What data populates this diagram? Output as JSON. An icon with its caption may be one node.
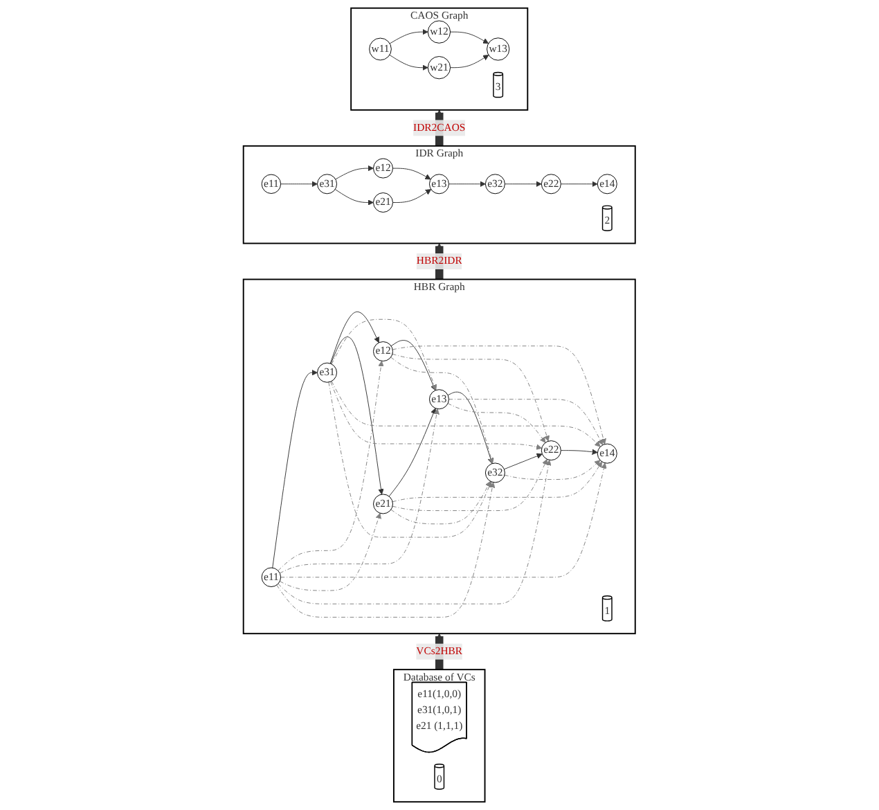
{
  "diagram": {
    "nodes": [
      {
        "text": [
          "CAOS Graph"
        ]
      },
      {
        "text": [
          "w11"
        ],
        "in": 0
      },
      {
        "text": [
          "w12"
        ],
        "in": 0
      },
      {
        "text": [
          "w13"
        ],
        "in": 0
      },
      {
        "text": [
          "w21"
        ],
        "in": 0
      },
      {
        "text": [
          "3"
        ],
        "in": 0
      },
      {
        "text": [
          "IDR Graph"
        ]
      },
      {
        "text": [
          "e11"
        ],
        "in": 6
      },
      {
        "text": [
          "e12"
        ],
        "in": 6
      },
      {
        "text": [
          "e13"
        ],
        "in": 6
      },
      {
        "text": [
          "e14"
        ],
        "in": 6
      },
      {
        "text": [
          "e21"
        ],
        "in": 6
      },
      {
        "text": [
          "e22"
        ],
        "in": 6
      },
      {
        "text": [
          "e31"
        ],
        "in": 6
      },
      {
        "text": [
          "e32"
        ],
        "in": 6
      },
      {
        "text": [
          "2"
        ],
        "in": 6
      },
      {
        "text": [
          "HBR Graph"
        ]
      },
      {
        "text": [
          "e11"
        ],
        "in": 16
      },
      {
        "text": [
          "e12"
        ],
        "in": 16
      },
      {
        "text": [
          "e13"
        ],
        "in": 16
      },
      {
        "text": [
          "e14"
        ],
        "in": 16
      },
      {
        "text": [
          "e21"
        ],
        "in": 16
      },
      {
        "text": [
          "e22"
        ],
        "in": 16
      },
      {
        "text": [
          "e31"
        ],
        "in": 16
      },
      {
        "text": [
          "e32"
        ],
        "in": 16
      },
      {
        "text": [
          "1"
        ],
        "in": 16
      },
      {
        "text": [
          "Database of VCs"
        ]
      },
      {
        "text": [
          "e11(1,0,0)",
          "e31(1,0,1)",
          "e21 (1,1,1)"
        ],
        "in": 26
      },
      {
        "text": [
          "0"
        ],
        "in": 26
      }
    ],
    "edges": [
      {
        "from": 1,
        "to": 2,
        "arrow": "to"
      },
      {
        "from": 2,
        "to": 3,
        "arrow": "to"
      },
      {
        "from": 1,
        "to": 4,
        "arrow": "to"
      },
      {
        "from": 4,
        "to": 3,
        "arrow": "to"
      },
      {
        "from": 7,
        "to": 13,
        "arrow": "to"
      },
      {
        "from": 13,
        "to": 8,
        "arrow": "to"
      },
      {
        "from": 8,
        "to": 9,
        "arrow": "to"
      },
      {
        "from": 13,
        "to": 11,
        "arrow": "to"
      },
      {
        "from": 11,
        "to": 9,
        "arrow": "to"
      },
      {
        "from": 9,
        "to": 14,
        "arrow": "to"
      },
      {
        "from": 14,
        "to": 12,
        "arrow": "to"
      },
      {
        "from": 12,
        "to": 10,
        "arrow": "to"
      },
      {
        "from": 17,
        "to": 23,
        "arrow": "to"
      },
      {
        "from": 23,
        "to": 18,
        "arrow": "to"
      },
      {
        "from": 18,
        "to": 19,
        "arrow": "to"
      },
      {
        "from": 23,
        "to": 21,
        "arrow": "to"
      },
      {
        "from": 21,
        "to": 19,
        "arrow": "to"
      },
      {
        "from": 19,
        "to": 24,
        "arrow": "to"
      },
      {
        "from": 24,
        "to": 22,
        "arrow": "to"
      },
      {
        "from": 22,
        "to": 20,
        "arrow": "to"
      },
      {
        "from": 17,
        "to": 18,
        "arrow": "to",
        "style": "dashed",
        "color": "#808080"
      },
      {
        "from": 17,
        "to": 19,
        "arrow": "to",
        "style": "dashed",
        "color": "#808080"
      },
      {
        "from": 17,
        "to": 20,
        "arrow": "to",
        "style": "dashed",
        "color": "#808080"
      },
      {
        "from": 17,
        "to": 21,
        "arrow": "to",
        "style": "dashed",
        "color": "#808080"
      },
      {
        "from": 17,
        "to": 22,
        "arrow": "to",
        "style": "dashed",
        "color": "#808080"
      },
      {
        "from": 17,
        "to": 24,
        "arrow": "to",
        "style": "dashed",
        "color": "#808080"
      },
      {
        "from": 23,
        "to": 19,
        "arrow": "to",
        "style": "dashed",
        "color": "#808080"
      },
      {
        "from": 23,
        "to": 20,
        "arrow": "to",
        "style": "dashed",
        "color": "#808080"
      },
      {
        "from": 23,
        "to": 22,
        "arrow": "to",
        "style": "dashed",
        "color": "#808080"
      },
      {
        "from": 23,
        "to": 24,
        "arrow": "to",
        "style": "dashed",
        "color": "#808080"
      },
      {
        "from": 18,
        "to": 20,
        "arrow": "to",
        "style": "dashed",
        "color": "#808080"
      },
      {
        "from": 18,
        "to": 22,
        "arrow": "to",
        "style": "dashed",
        "color": "#808080"
      },
      {
        "from": 18,
        "to": 24,
        "arrow": "to",
        "style": "dashed",
        "color": "#808080"
      },
      {
        "from": 21,
        "to": 20,
        "arrow": "to",
        "style": "dashed",
        "color": "#808080"
      },
      {
        "from": 21,
        "to": 22,
        "arrow": "to",
        "style": "dashed",
        "color": "#808080"
      },
      {
        "from": 21,
        "to": 24,
        "arrow": "to",
        "style": "dashed",
        "color": "#808080"
      },
      {
        "from": 19,
        "to": 20,
        "arrow": "to",
        "style": "dashed",
        "color": "#808080"
      },
      {
        "from": 19,
        "to": 22,
        "arrow": "to",
        "style": "dashed",
        "color": "#808080"
      },
      {
        "from": 24,
        "to": 20,
        "arrow": "to",
        "style": "dashed",
        "color": "#808080"
      },
      {
        "from": 26,
        "to": 16,
        "arrow": "to",
        "label": "VCs2HBR",
        "style": "thick"
      },
      {
        "from": 16,
        "to": 6,
        "arrow": "to",
        "label": "HBR2IDR",
        "style": "thick"
      },
      {
        "from": 6,
        "to": 0,
        "arrow": "to",
        "label": "IDR2CAOS",
        "style": "thick"
      }
    ]
  }
}
